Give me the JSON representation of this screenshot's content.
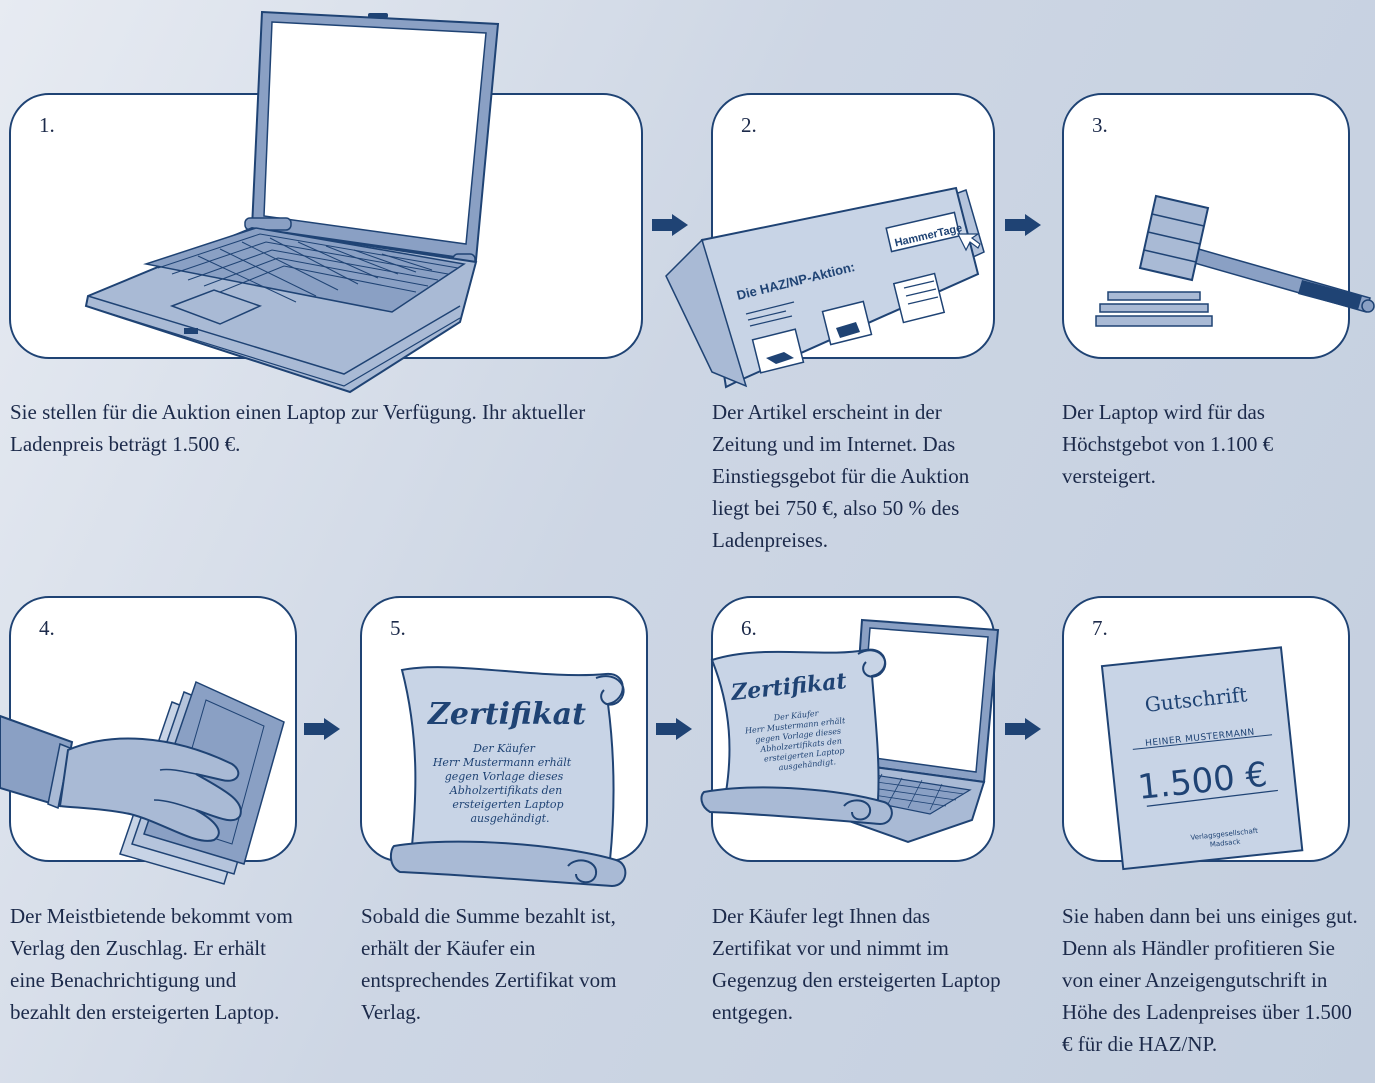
{
  "steps": [
    {
      "number": "1.",
      "text": "Sie stellen für die Auktion einen Laptop zur Verfügung. Ihr aktueller Ladenpreis beträgt 1.500 €."
    },
    {
      "number": "2.",
      "text": "Der Artikel erscheint in der Zeitung und im Internet. Das Einstiegsgebot für die Auktion liegt bei 750 €, also 50 % des Ladenpreises."
    },
    {
      "number": "3.",
      "text": "Der Laptop wird für das Höchstgebot von 1.100 € versteigert."
    },
    {
      "number": "4.",
      "text": "Der Meistbietende bekommt vom Verlag den Zuschlag. Er erhält eine Benachrichtigung und bezahlt den ersteigerten Laptop."
    },
    {
      "number": "5.",
      "text": "Sobald die Summe bezahlt ist, erhält der Käufer ein entsprechendes Zertifikat vom Verlag."
    },
    {
      "number": "6.",
      "text": "Der Käufer legt Ihnen das Zertifikat vor und nimmt im Gegenzug den ersteigerten Laptop entgegen."
    },
    {
      "number": "7.",
      "text": "Sie haben dann bei uns einiges gut. Denn als Händler profitieren Sie von einer Anzeigengutschrift in Höhe des Ladenpreises über 1.500 € für die HAZ/NP."
    }
  ],
  "newspaper": {
    "headline": "Die HAZ/NP-Aktion:",
    "logo": "HammerTage"
  },
  "certificate": {
    "title": "Zertifikat",
    "body": [
      "Der Käufer",
      "Herr Mustermann erhält",
      "gegen Vorlage dieses",
      "Abholzertifikats den",
      "ersteigerten Laptop",
      "ausgehändigt."
    ]
  },
  "voucher": {
    "title": "Gutschrift",
    "name": "HEINER MUSTERMANN",
    "amount": "1.500 €",
    "issuer_line1": "Verlagsgesellschaft",
    "issuer_line2": "Madsack"
  },
  "colors": {
    "accent": "#1f4374",
    "illustration": "#8aa0c4",
    "background": "#cdd6e4"
  }
}
